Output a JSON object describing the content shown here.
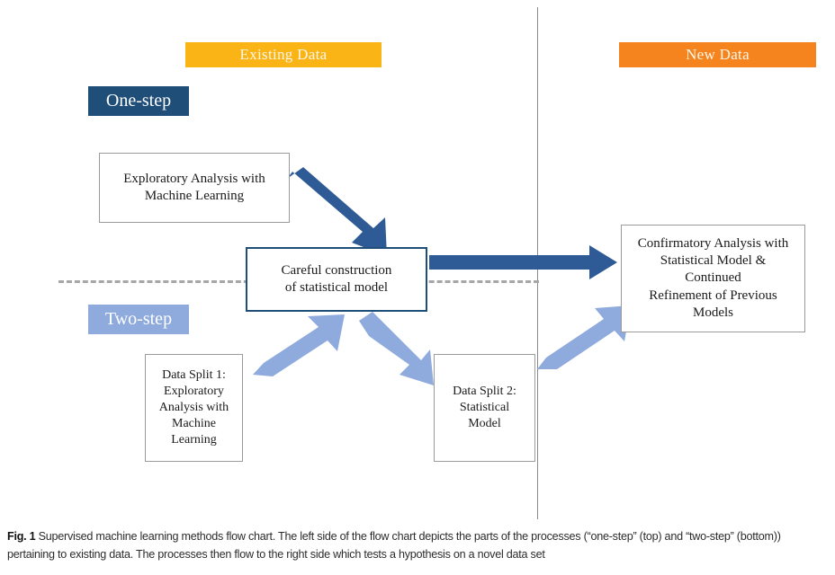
{
  "figure": {
    "banners": {
      "existing": {
        "label": "Existing Data",
        "color": "#fbb416"
      },
      "new": {
        "label": "New Data",
        "color": "#f5841f"
      }
    },
    "badges": {
      "one_step": {
        "label": "One-step",
        "color": "#1f4e79"
      },
      "two_step": {
        "label": "Two-step",
        "color": "#8faadc"
      }
    },
    "boxes": {
      "exploratory": {
        "line1": "Exploratory Analysis with",
        "line2": "Machine Learning"
      },
      "careful": {
        "line1": "Careful construction",
        "line2": "of statistical model"
      },
      "split1": {
        "line1": "Data Split 1:",
        "line2": "Exploratory",
        "line3": "Analysis with",
        "line4": "Machine",
        "line5": "Learning"
      },
      "split2": {
        "line1": "Data Split 2:",
        "line2": "Statistical",
        "line3": "Model"
      },
      "confirmatory": {
        "line1": "Confirmatory Analysis with",
        "line2": "Statistical Model &",
        "line3": "Continued",
        "line4": "Refinement of Previous",
        "line5": "Models"
      }
    },
    "arrows": {
      "dark_color": "#2e5b95",
      "light_color": "#8faadc",
      "items": [
        {
          "name": "exploratory-to-careful",
          "style": "dark-diagonal-down-right"
        },
        {
          "name": "careful-to-confirmatory",
          "style": "dark-horizontal-right"
        },
        {
          "name": "split1-to-careful",
          "style": "light-diagonal-up-right"
        },
        {
          "name": "careful-to-split2",
          "style": "light-diagonal-down-right"
        },
        {
          "name": "split2-to-confirmatory",
          "style": "light-diagonal-up-right"
        }
      ]
    },
    "dividers": {
      "vertical_color": "#8a8a8a",
      "dashed_color": "#a6a6a6"
    }
  },
  "caption": {
    "label": "Fig. 1",
    "text": "Supervised machine learning methods flow chart. The left side of the flow chart depicts the parts of the processes (“one-step” (top) and “two-step” (bottom)) pertaining to existing data. The processes then flow to the right side which tests a hypothesis on a novel data set"
  }
}
